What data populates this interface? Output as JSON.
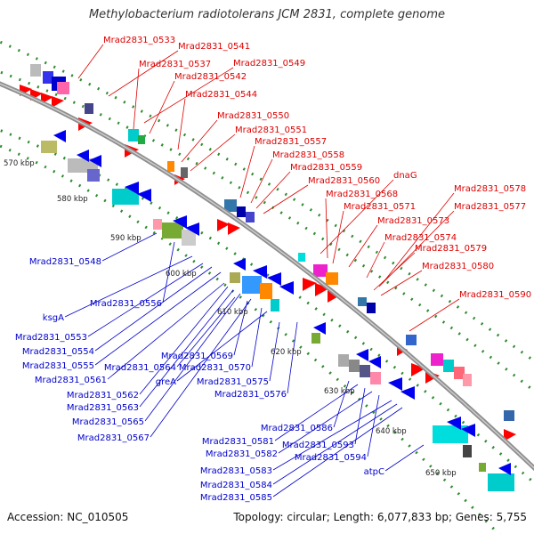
{
  "title": "Methylobacterium radiotolerans JCM 2831, complete genome",
  "footer": {
    "accession": "Accession: NC_010505",
    "summary": "Topology: circular; Length: 6,077,833 bp; Genes: 5,755"
  },
  "ticks": [
    "570 kbp",
    "580 kbp",
    "590 kbp",
    "600 kbp",
    "610 kbp",
    "620 kbp",
    "630 kbp",
    "640 kbp",
    "650 kbp"
  ],
  "colors": {
    "forward_label": "#dd0000",
    "reverse_label": "#0000cc",
    "backbone": "#888888"
  },
  "forward_labels": [
    "Mrad2831_0533",
    "Mrad2831_0541",
    "Mrad2831_0537",
    "Mrad2831_0549",
    "Mrad2831_0542",
    "Mrad2831_0544",
    "Mrad2831_0550",
    "Mrad2831_0551",
    "Mrad2831_0557",
    "Mrad2831_0558",
    "Mrad2831_0559",
    "Mrad2831_0560",
    "dnaG",
    "Mrad2831_0568",
    "Mrad2831_0571",
    "Mrad2831_0578",
    "Mrad2831_0577",
    "Mrad2831_0573",
    "Mrad2831_0574",
    "Mrad2831_0579",
    "Mrad2831_0580",
    "Mrad2831_0590"
  ],
  "reverse_labels": [
    "Mrad2831_0548",
    "Mrad2831_0556",
    "ksgA",
    "Mrad2831_0553",
    "Mrad2831_0554",
    "Mrad2831_0555",
    "Mrad2831_0564",
    "Mrad2831_0569",
    "Mrad2831_0570",
    "Mrad2831_0561",
    "greA",
    "Mrad2831_0575",
    "Mrad2831_0576",
    "Mrad2831_0562",
    "Mrad2831_0563",
    "Mrad2831_0565",
    "Mrad2831_0567",
    "Mrad2831_0586",
    "Mrad2831_0581",
    "Mrad2831_0593",
    "Mrad2831_0582",
    "Mrad2831_0594",
    "Mrad2831_0583",
    "Mrad2831_0584",
    "Mrad2831_0585",
    "atpC"
  ]
}
